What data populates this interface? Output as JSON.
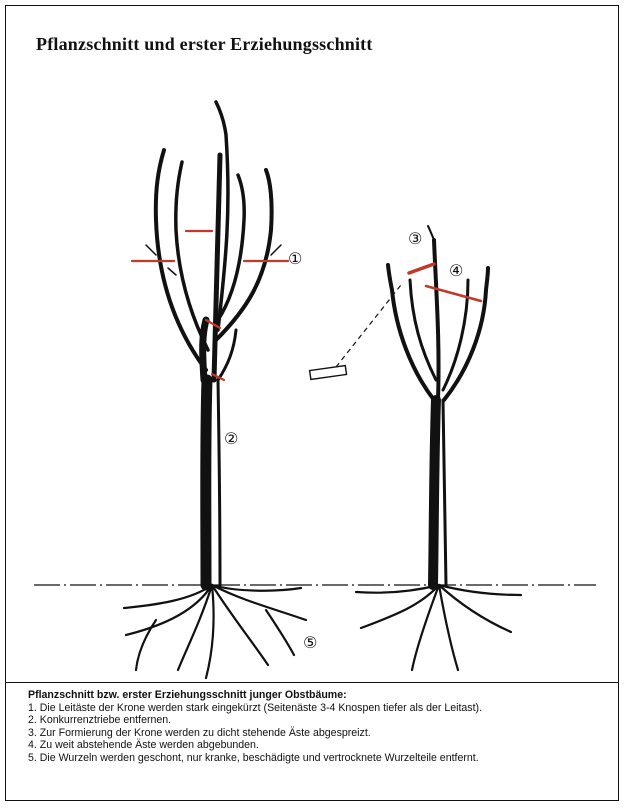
{
  "title": "Pflanzschnitt und erster Erziehungsschnitt",
  "markers": {
    "m1": "①",
    "m2": "②",
    "m3": "③",
    "m4": "④",
    "m5": "⑤"
  },
  "caption": {
    "heading": "Pflanzschnitt bzw. erster Erziehungsschnitt junger Obstbäume:",
    "items": [
      "1. Die Leitäste der Krone werden stark eingekürzt (Seitenäste 3-4 Knospen tiefer als der Leitast).",
      "2. Konkurrenztriebe entfernen.",
      "3. Zur Formierung der Krone werden zu dicht stehende Äste abgespreizt.",
      "4. Zu weit abstehende Äste werden abgebunden.",
      "5. Die Wurzeln werden geschont, nur kranke, beschädigte und vertrocknete Wurzelteile entfernt."
    ]
  },
  "colors": {
    "cut_mark": "#c0392b",
    "spreader": "#c0392b",
    "ink": "#111111"
  }
}
